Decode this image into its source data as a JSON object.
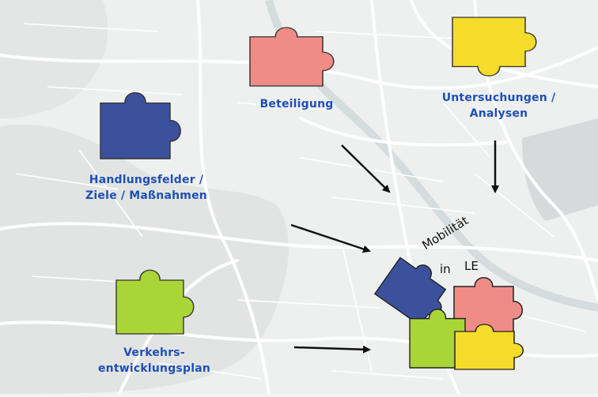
{
  "pieces": {
    "beteiligung": {
      "label": "Beteiligung",
      "color": "#f08c86"
    },
    "untersuchungen": {
      "label_line1": "Untersuchungen /",
      "label_line2": "Analysen",
      "color": "#f6dc2a"
    },
    "handlungsfelder": {
      "label_line1": "Handlungsfelder /",
      "label_line2": "Ziele / Maßnahmen",
      "color": "#3c519c"
    },
    "verkehr": {
      "label_line1": "Verkehrs-",
      "label_line2": "entwicklungsplan",
      "color": "#a9d536"
    }
  },
  "center": {
    "title_line1": "Mobilität",
    "title_line2": "in",
    "title_line3": "LE",
    "colors": {
      "blue": "#3c519c",
      "pink": "#f08c86",
      "green": "#a9d536",
      "yellow": "#f6dc2a"
    }
  },
  "map": {
    "water": "#d4dbdd",
    "road": "#ffffff",
    "land": "#eaecec",
    "forest": "#dcdedd"
  }
}
